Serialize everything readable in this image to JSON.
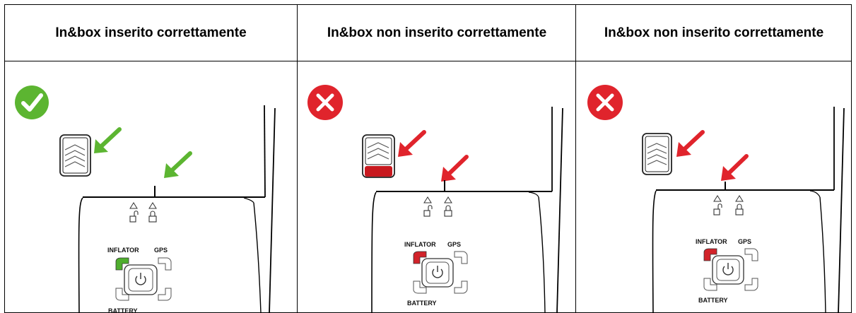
{
  "table": {
    "columns": [
      {
        "header": "In&box inserito correttamente",
        "status": "correct"
      },
      {
        "header": "In&box non inserito correttamente",
        "status": "incorrect"
      },
      {
        "header": "In&box non inserito correttamente",
        "status": "incorrect"
      }
    ]
  },
  "device": {
    "labels": {
      "inflator": "INFLATOR",
      "gps": "GPS",
      "battery": "BATTERY"
    }
  },
  "colors": {
    "correct": "#5cb531",
    "incorrect": "#e0242c",
    "led_green": "#4fae2e",
    "led_red": "#d2232a",
    "box_red": "#c8191f"
  },
  "icons": {
    "correct": "check-circle-icon",
    "incorrect": "x-circle-icon",
    "arrow": "arrow-down-left-icon",
    "unlock": "unlocked-padlock-icon",
    "lock": "locked-padlock-icon",
    "power": "power-icon"
  }
}
